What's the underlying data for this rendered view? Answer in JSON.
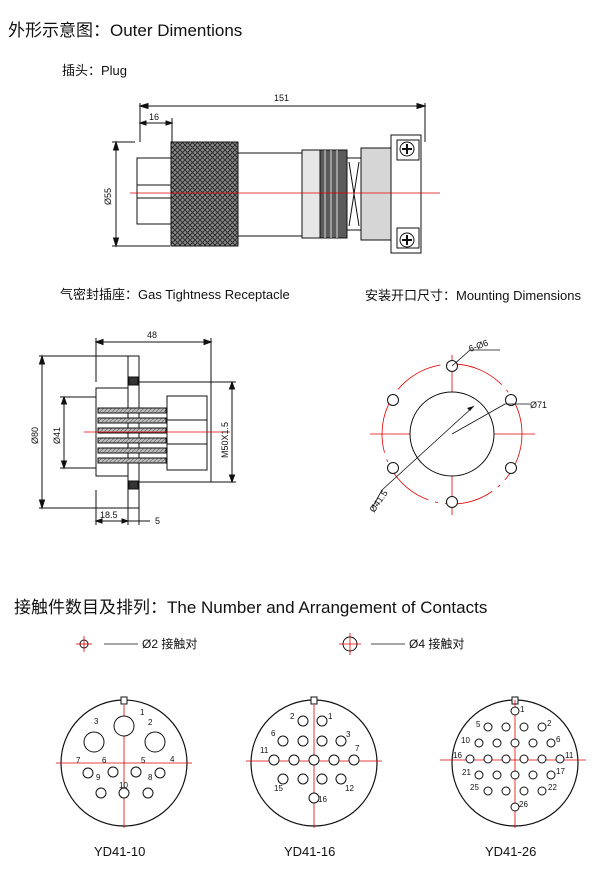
{
  "headings": {
    "outer": "外形示意图：Outer Dimentions",
    "plug": "插头：Plug",
    "receptacle": "气密封插座：Gas Tightness Receptacle",
    "mounting": "安装开口尺寸：Mounting Dimensions",
    "contacts": "接触件数目及排列：The Number and Arrangement of Contacts"
  },
  "plug_dims": {
    "overall": "151",
    "front": "16",
    "diameter": "Ø55"
  },
  "receptacle_dims": {
    "length": "48",
    "outer": "Ø80",
    "inner": "Ø41",
    "thread": "M50X1.5",
    "left": "18.5",
    "flange": "5"
  },
  "mounting_dims": {
    "holes": "6-Ø6",
    "pcd": "Ø71",
    "bore": "Ø41.5"
  },
  "legend": {
    "small": "Ø2 接触对",
    "large": "Ø4 接触对"
  },
  "layouts": [
    {
      "name": "YD41-10",
      "pins": [
        "1",
        "2",
        "3",
        "4",
        "5",
        "6",
        "7",
        "8",
        "9",
        "10"
      ]
    },
    {
      "name": "YD41-16",
      "pins": [
        "1",
        "2",
        "3",
        "6",
        "7",
        "11",
        "12",
        "15",
        "16"
      ]
    },
    {
      "name": "YD41-26",
      "pins": [
        "1",
        "2",
        "5",
        "6",
        "10",
        "11",
        "16",
        "17",
        "21",
        "22",
        "25",
        "26"
      ]
    }
  ],
  "colors": {
    "centerline": "#e00000",
    "line": "#111111"
  }
}
